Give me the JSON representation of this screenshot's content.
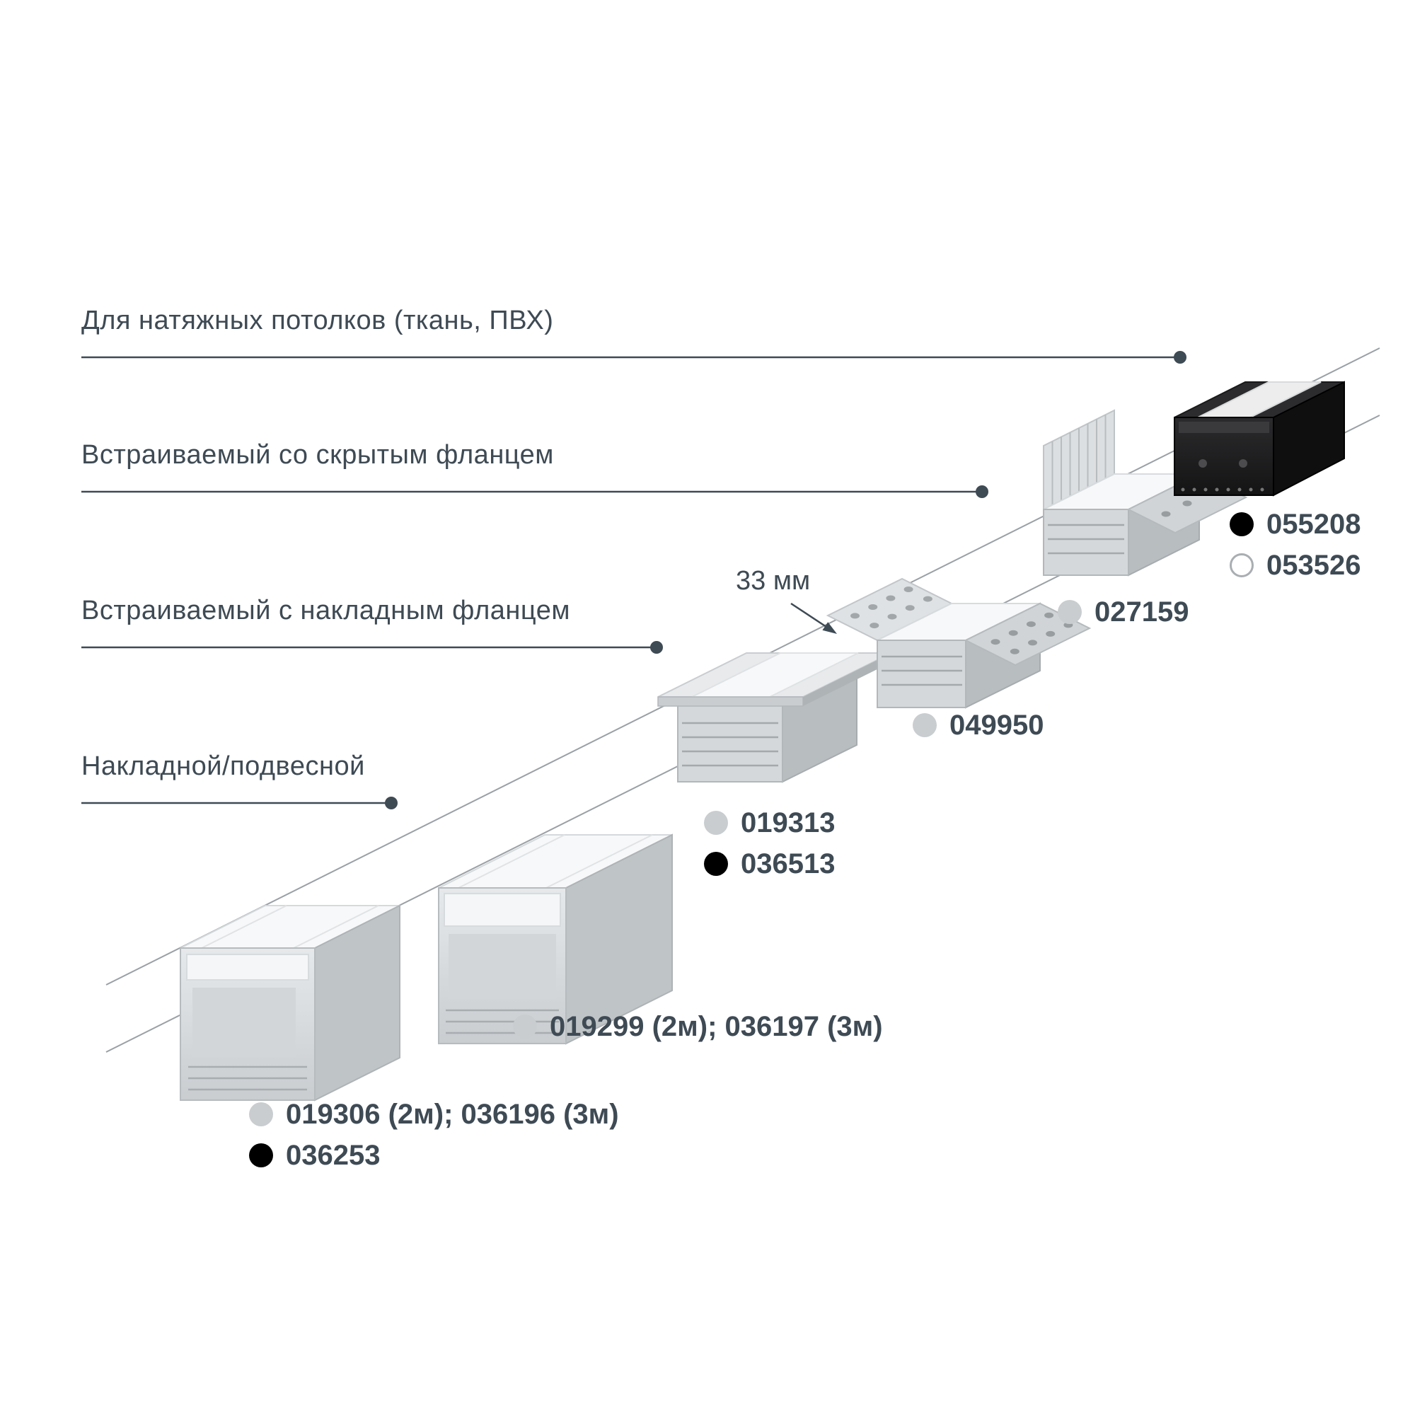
{
  "categories": [
    {
      "label": "Для натяжных потолков (ткань, ПВХ)"
    },
    {
      "label": "Встраиваемый со скрытым фланцем"
    },
    {
      "label": "Встраиваемый с накладным фланцем"
    },
    {
      "label": "Накладной/подвесной"
    }
  ],
  "dimension": {
    "label": "33 мм"
  },
  "products": [
    {
      "id": "surface-profile-large",
      "codes": [
        {
          "marker": "gray",
          "text": "019306 (2м); 036196 (3м)"
        },
        {
          "marker": "black",
          "text": "036253"
        }
      ]
    },
    {
      "id": "surface-profile-tall",
      "codes": [
        {
          "marker": "gray",
          "text": "019299 (2м); 036197 (3м)"
        }
      ]
    },
    {
      "id": "recessed-flange-profile",
      "codes": [
        {
          "marker": "gray",
          "text": "019313"
        },
        {
          "marker": "black",
          "text": "036513"
        }
      ]
    },
    {
      "id": "recessed-hidden-flange-profile",
      "codes": [
        {
          "marker": "gray",
          "text": "049950"
        }
      ]
    },
    {
      "id": "hidden-flange-plate-profile",
      "codes": [
        {
          "marker": "gray",
          "text": "027159"
        }
      ]
    },
    {
      "id": "stretch-ceiling-profile",
      "codes": [
        {
          "marker": "black",
          "text": "055208"
        },
        {
          "marker": "white",
          "text": "053526"
        }
      ]
    }
  ],
  "colors": {
    "text": "#3e4a54",
    "leader_line": "#3e4a54",
    "ceiling_line": "#9aa0a5",
    "marker_gray": "#c9cdcf",
    "marker_black": "#000000",
    "marker_white": "#ffffff",
    "aluminum_light": "#e8eaec",
    "aluminum_dark": "#b8bdc0",
    "black_profile": "#1f1f1f"
  }
}
